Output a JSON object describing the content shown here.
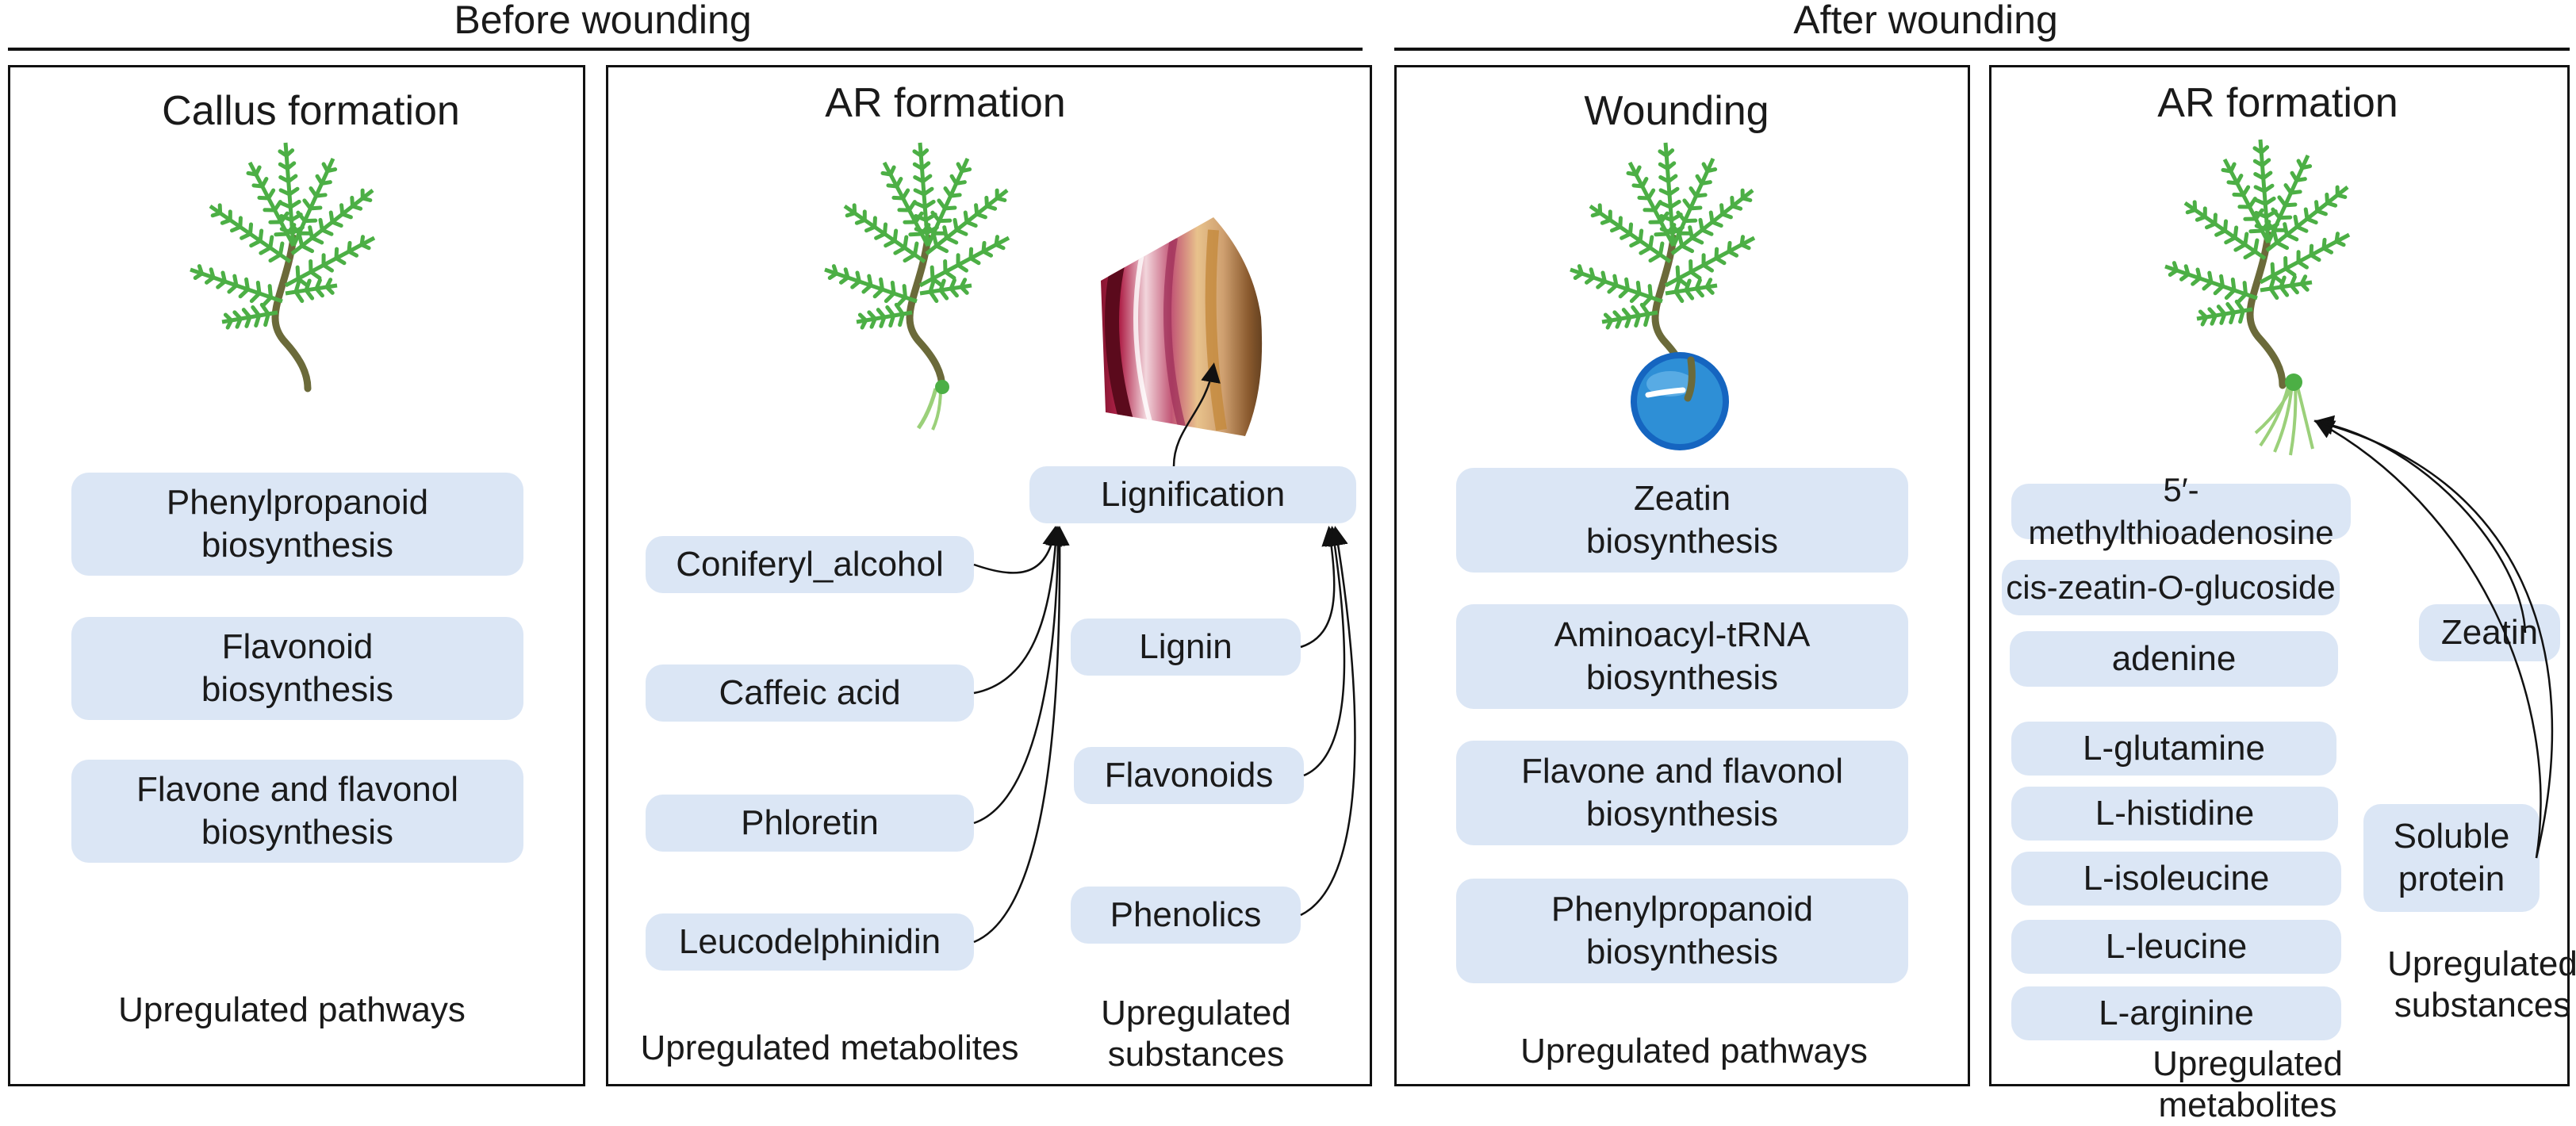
{
  "headers": {
    "before": "Before wounding",
    "after": "After wounding"
  },
  "panels": {
    "callus": {
      "title": "Callus formation",
      "pathways": [
        "Phenylpropanoid\nbiosynthesis",
        "Flavonoid\nbiosynthesis",
        "Flavone and flavonol\nbiosynthesis"
      ],
      "caption": "Upregulated pathways"
    },
    "ar_before": {
      "title": "AR formation",
      "lignification": "Lignification",
      "metabolites": [
        "Coniferyl_alcohol",
        "Caffeic acid",
        "Phloretin",
        "Leucodelphinidin"
      ],
      "substances": [
        "Lignin",
        "Flavonoids",
        "Phenolics"
      ],
      "caption_metabolites": "Upregulated metabolites",
      "caption_substances": "Upregulated\nsubstances"
    },
    "wounding": {
      "title": "Wounding",
      "pathways": [
        "Zeatin\nbiosynthesis",
        "Aminoacyl-tRNA\nbiosynthesis",
        "Flavone and flavonol\nbiosynthesis",
        "Phenylpropanoid\nbiosynthesis"
      ],
      "caption": "Upregulated pathways"
    },
    "ar_after": {
      "title": "AR formation",
      "metabolites": [
        "5′-methylthioadenosine",
        "cis-zeatin-O-glucoside",
        "adenine",
        "L-glutamine",
        "L-histidine",
        "L-isoleucine",
        "L-leucine",
        "L-arginine"
      ],
      "substances": [
        "Zeatin",
        "Soluble\nprotein"
      ],
      "caption_metabolites": "Upregulated metabolites",
      "caption_substances": "Upregulated\nsubstances"
    }
  },
  "colors": {
    "pill": "#dbe6f5",
    "leaf": "#4caf45",
    "stem": "#6b6a3a",
    "root": "#9bd07a",
    "wound_disc": "#2e8fd6"
  }
}
